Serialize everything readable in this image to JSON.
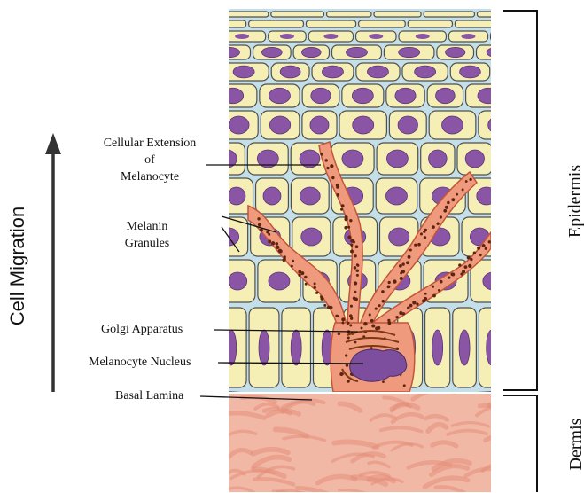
{
  "labels": {
    "cellular_extension": [
      "Cellular Extension",
      "of",
      "Melanocyte"
    ],
    "melanin_granules": [
      "Melanin",
      "Granules"
    ],
    "golgi": "Golgi Apparatus",
    "nucleus": "Melanocyte Nucleus",
    "basal_lamina": "Basal Lamina",
    "epidermis": "Epidermis",
    "dermis": "Dermis",
    "cell_migration": "Cell Migration"
  },
  "colors": {
    "keratinocyte_fill": "#f6efb5",
    "cell_outline": "#4f4f4f",
    "interstitial": "#c4dfe8",
    "nucleus": "#8a55a5",
    "melanocyte": "#ef9a7c",
    "melanocyte_outline": "#c2553a",
    "granule": "#5e2410",
    "dermis": "#f2b8a6",
    "dermis_fiber": "#e48e78",
    "arrow": "#333333"
  }
}
